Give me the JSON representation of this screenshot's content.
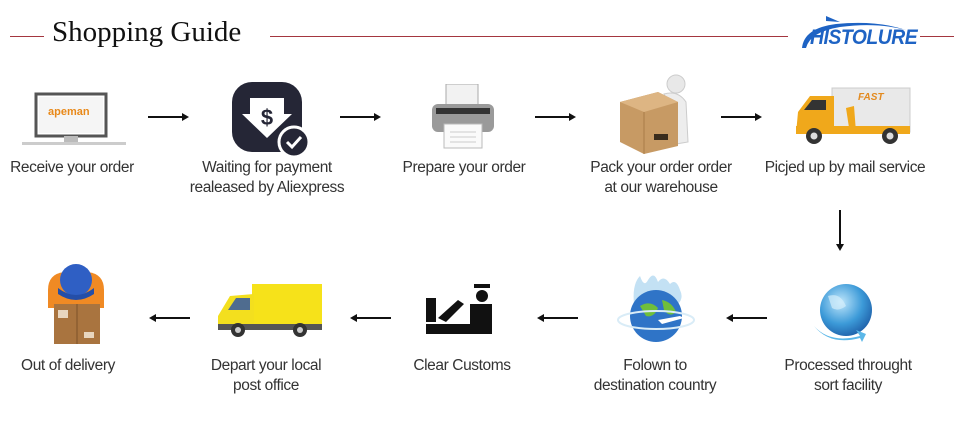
{
  "header": {
    "title": "Shopping Guide",
    "brand": "HISTOLURE",
    "accent_color": "#a4363f",
    "brand_color": "#1e63c4"
  },
  "steps": [
    {
      "id": 1,
      "icon": "computer-icon",
      "screen_brand": "apeman",
      "line1": "Receive your order",
      "line2": ""
    },
    {
      "id": 2,
      "icon": "payment-icon",
      "line1": "Waiting for payment",
      "line2": "realeased by Aliexpress"
    },
    {
      "id": 3,
      "icon": "printer-icon",
      "line1": "Prepare your order",
      "line2": ""
    },
    {
      "id": 4,
      "icon": "packing-box-icon",
      "line1": "Pack your order order",
      "line2": "at our warehouse"
    },
    {
      "id": 5,
      "icon": "delivery-truck-icon",
      "truck_text": "FAST",
      "line1": "Picjed up by mail service",
      "line2": ""
    },
    {
      "id": 6,
      "icon": "globe-icon",
      "line1": "Processed throught",
      "line2": "sort facility"
    },
    {
      "id": 7,
      "icon": "globe-airplane-icon",
      "line1": "Folown to",
      "line2": "destination country"
    },
    {
      "id": 8,
      "icon": "customs-officer-icon",
      "line1": "Clear Customs",
      "line2": ""
    },
    {
      "id": 9,
      "icon": "yellow-van-icon",
      "line1": "Depart your local",
      "line2": "post office"
    },
    {
      "id": 10,
      "icon": "courier-with-box-icon",
      "line1": "Out of delivery",
      "line2": ""
    }
  ]
}
